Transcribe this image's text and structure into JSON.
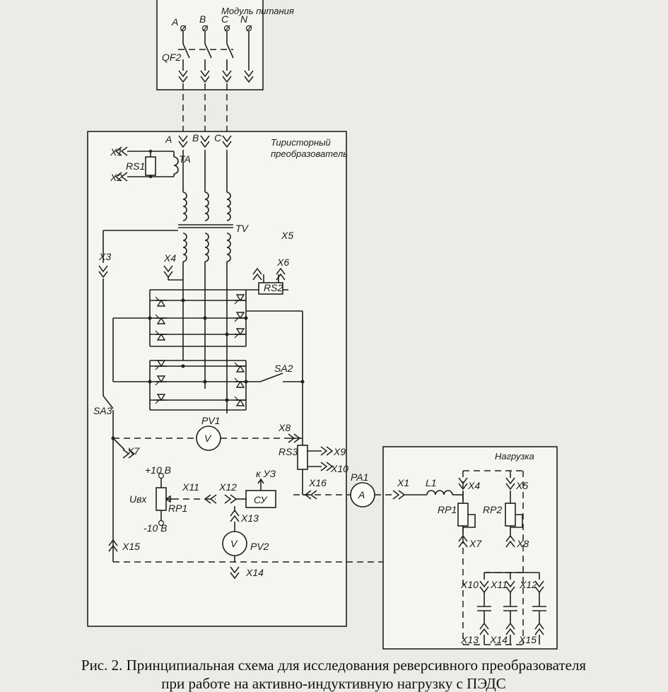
{
  "power_module": {
    "title": "Модуль питания",
    "terminals": [
      "A",
      "B",
      "C",
      "N"
    ],
    "breaker": "QF2"
  },
  "converter": {
    "title_line1": "Тиристорный",
    "title_line2": "преобразователь",
    "phases": [
      "A",
      "B",
      "C"
    ],
    "current_transformer": "TA",
    "transformer": "TV",
    "shunt": "RS1",
    "shunt2": "RS2",
    "shunt3": "RS3",
    "switch2": "SA2",
    "switch3": "SA3",
    "voltmeter1": "PV1",
    "voltmeter2": "PV2",
    "meter_symbol": "V",
    "pot": "RP1",
    "input_label": "Uвх",
    "plus": "+10 В",
    "minus": "-10 В",
    "control_unit": "СУ",
    "control_note": "к УЗ",
    "connectors": [
      "X1",
      "X2",
      "X3",
      "X4",
      "X5",
      "X6",
      "X7",
      "X8",
      "X9",
      "X10",
      "X11",
      "X12",
      "X13",
      "X14",
      "X15",
      "X16"
    ]
  },
  "load": {
    "title": "Нагрузка",
    "ammeter": "PA1",
    "ammeter_symbol": "A",
    "inductor": "L1",
    "res1": "RP1",
    "res2": "RP2",
    "connectors": [
      "X1",
      "X4",
      "X5",
      "X7",
      "X8",
      "X10",
      "X11",
      "X12",
      "X13",
      "X14",
      "X15"
    ]
  },
  "caption": {
    "line1": "Рис. 2. Принципиальная схема для исследования реверсивного преобразователя",
    "line2": "при работе на активно-индуктивную нагрузку с ПЭДС"
  }
}
